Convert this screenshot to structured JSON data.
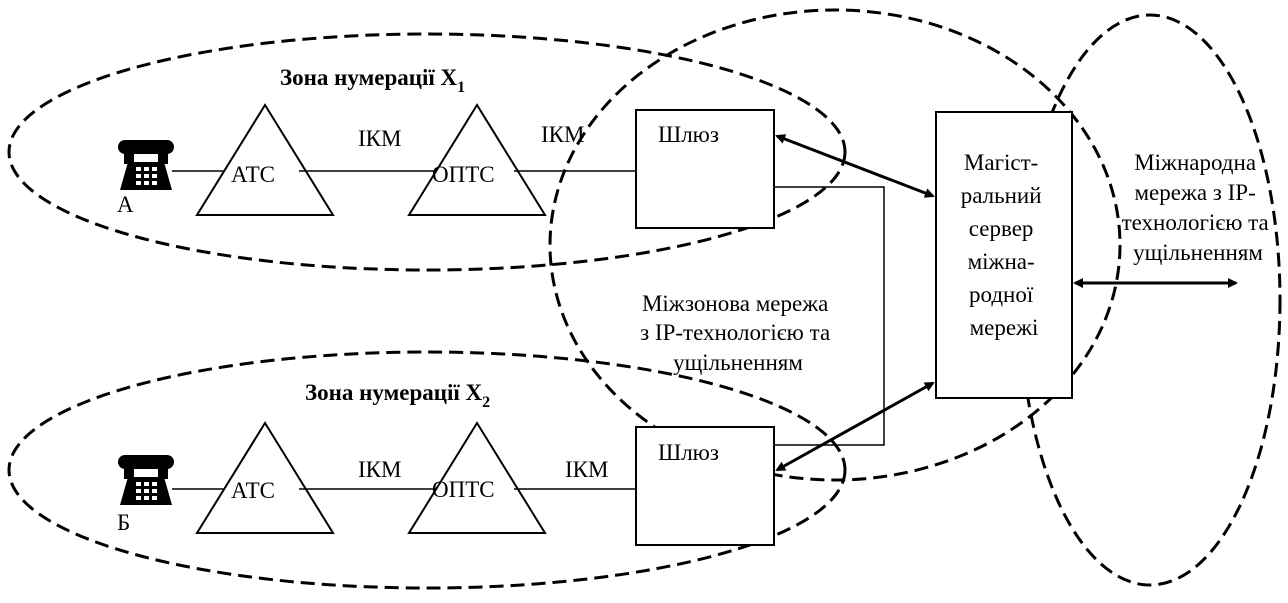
{
  "zones": {
    "zone1_title": "Зона нумерації X",
    "zone1_sub": "1",
    "zone2_title": "Зона нумерації X",
    "zone2_sub": "2"
  },
  "terminals": {
    "a_label": "А",
    "b_label": "Б",
    "icon": "telephone-icon"
  },
  "nodes": {
    "ats": "АТС",
    "opts": "ОПТС",
    "gateway": "Шлюз"
  },
  "links": {
    "ikm": "ІКМ"
  },
  "intrazone_network": [
    "Міжзонова мережа",
    "з IP-технологією та",
    "ущільненням"
  ],
  "main_server": [
    "Магіст-",
    "ральний",
    "сервер",
    "міжна-",
    "родної",
    "мережі"
  ],
  "international_network": [
    "Міжнародна",
    "мережа з IP-",
    "технологією та",
    "ущільненням"
  ]
}
